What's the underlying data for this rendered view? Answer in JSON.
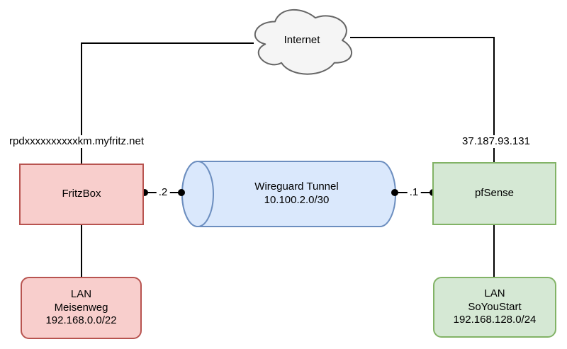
{
  "diagram": {
    "internet": {
      "label": "Internet"
    },
    "fritzbox": {
      "label": "FritzBox",
      "public_hostname": "rpdxxxxxxxxxxkm.myfritz.net"
    },
    "pfsense": {
      "label": "pfSense",
      "public_ip": "37.187.93.131"
    },
    "tunnel": {
      "name": "Wireguard Tunnel",
      "subnet": "10.100.2.0/30",
      "fritzbox_end_ip": ".2",
      "pfsense_end_ip": ".1"
    },
    "lan_meisenweg": {
      "type": "LAN",
      "name": "Meisenweg",
      "subnet": "192.168.0.0/22"
    },
    "lan_soyoustart": {
      "type": "LAN",
      "name": "SoYouStart",
      "subnet": "192.168.128.0/24"
    },
    "colors": {
      "red_fill": "#F8CECC",
      "red_stroke": "#B85450",
      "green_fill": "#D5E8D4",
      "green_stroke": "#82B366",
      "blue_fill": "#DAE8FC",
      "blue_stroke": "#6C8EBF",
      "cloud_fill": "#F5F5F5",
      "cloud_stroke": "#666666",
      "edge": "#000000"
    }
  }
}
